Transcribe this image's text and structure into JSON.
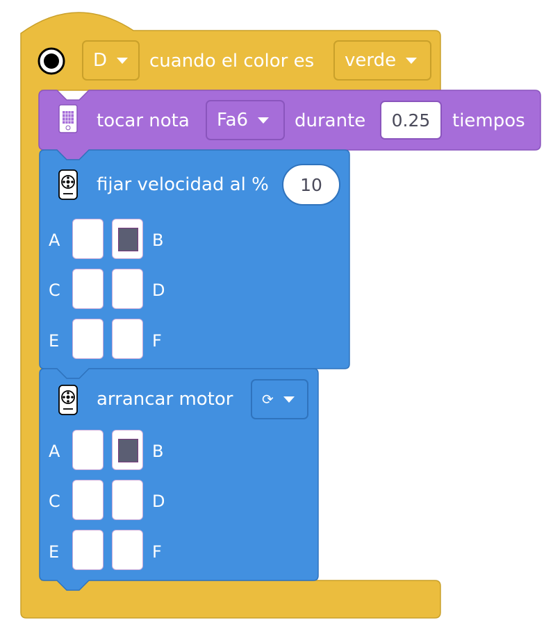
{
  "hat_block": {
    "port_value": "D",
    "text": "cuando el color es",
    "color_value": "verde",
    "icon": "color-sensor-icon"
  },
  "note_block": {
    "icon": "sound-matrix-icon",
    "text_before": "tocar nota",
    "note_value": "Fa6",
    "text_middle": "durante",
    "duration_value": "0.25",
    "text_after": "tiempos"
  },
  "speed_block": {
    "icon": "motor-icon",
    "text": "fijar velocidad al %",
    "speed_value": "10",
    "ports": [
      {
        "left": "A",
        "right": "B",
        "left_selected": false,
        "right_selected": true
      },
      {
        "left": "C",
        "right": "D",
        "left_selected": false,
        "right_selected": false
      },
      {
        "left": "E",
        "right": "F",
        "left_selected": false,
        "right_selected": false
      }
    ]
  },
  "motor_block": {
    "icon": "motor-icon",
    "text": "arrancar motor",
    "direction_symbol": "⟳",
    "ports": [
      {
        "left": "A",
        "right": "B",
        "left_selected": false,
        "right_selected": true
      },
      {
        "left": "C",
        "right": "D",
        "left_selected": false,
        "right_selected": false
      },
      {
        "left": "E",
        "right": "F",
        "left_selected": false,
        "right_selected": false
      }
    ]
  },
  "colors": {
    "event_yellow": "#ebbd3e",
    "sound_purple": "#a66dd9",
    "motor_blue": "#4290e0",
    "white": "#ffffff"
  }
}
